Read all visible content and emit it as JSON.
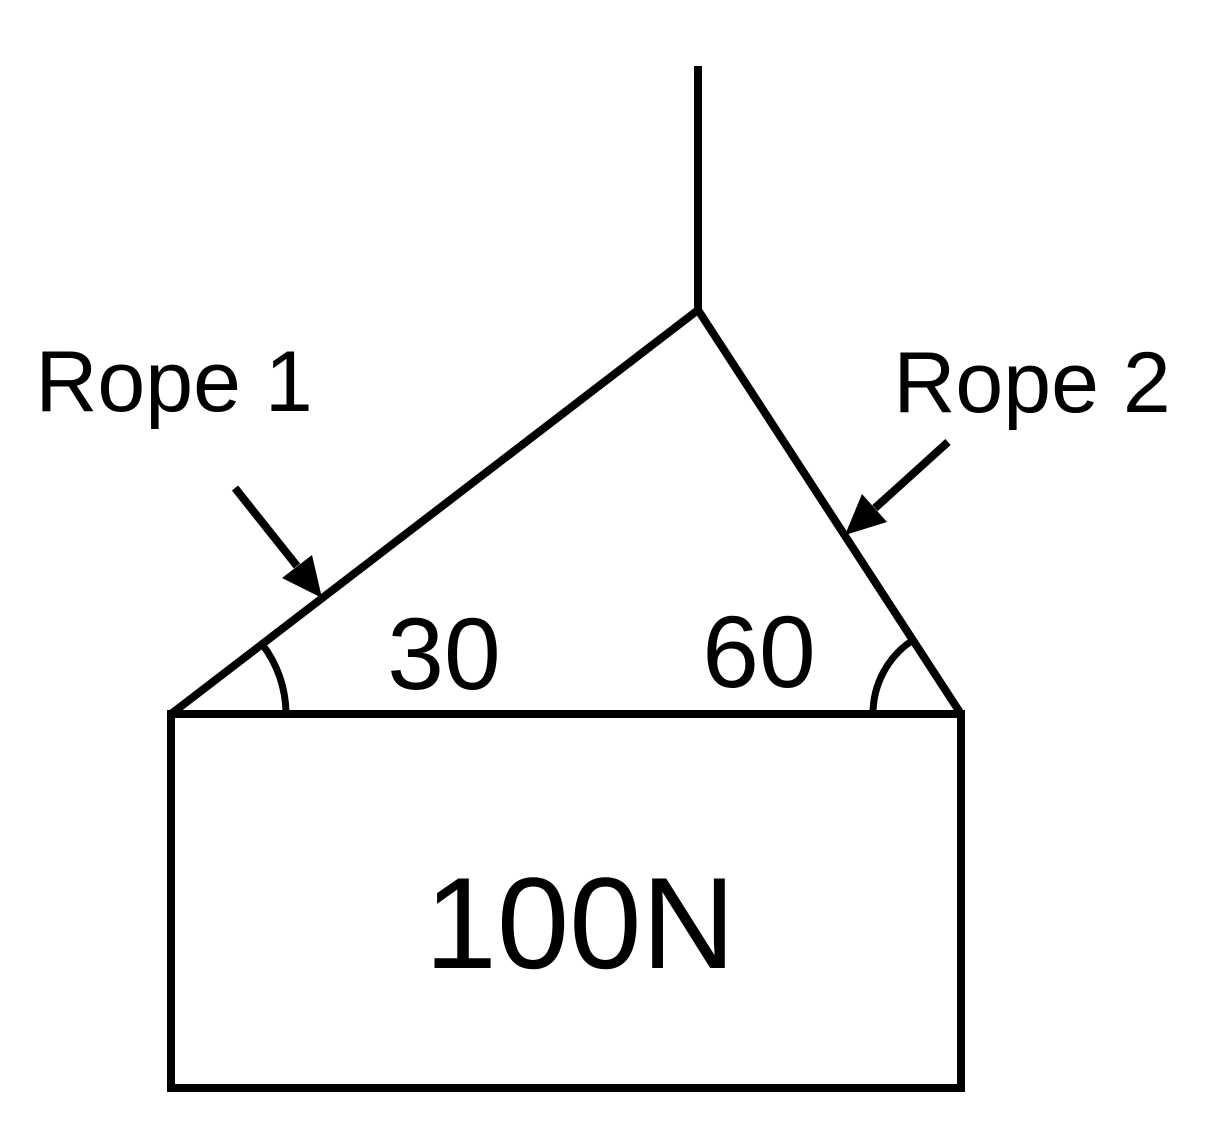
{
  "labels": {
    "rope1": "Rope 1",
    "rope2": "Rope 2",
    "angle_left": "30",
    "angle_right": "60",
    "weight": "100N"
  },
  "colors": {
    "line": "#000000",
    "background": "#ffffff"
  }
}
